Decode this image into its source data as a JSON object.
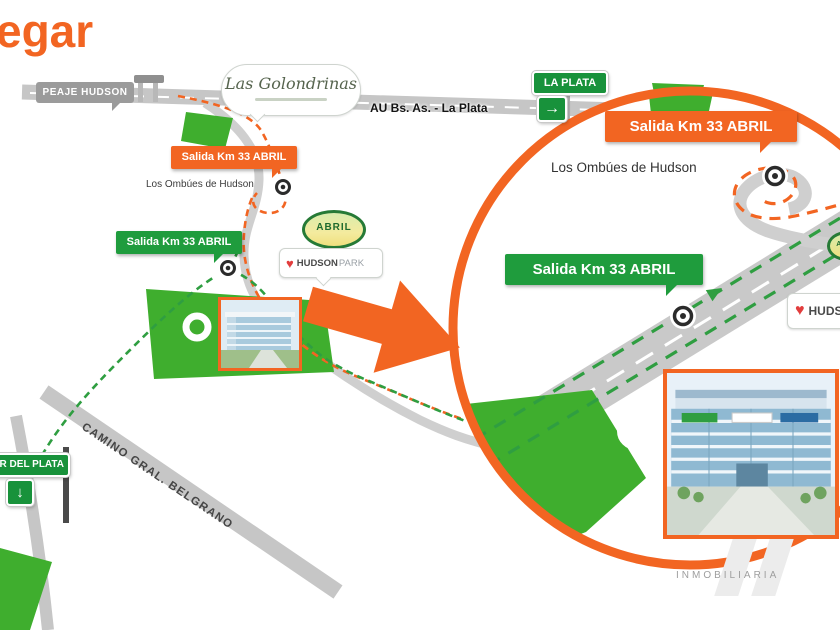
{
  "title": {
    "text": "egar"
  },
  "colors": {
    "orange": "#F26522",
    "green_sign": "#1F9C3D",
    "plot_green": "#3FAE2E",
    "road_gray": "#C9C9C9"
  },
  "signs": {
    "peaje_hudson": "PEAJE HUDSON",
    "highway": "AU Bs. As. - La Plata",
    "la_plata": {
      "label": "LA PLATA",
      "arrow": "→"
    },
    "mar_del_plata": {
      "label": "MAR DEL PLATA",
      "arrow": "↓"
    },
    "salida_orange": "Salida Km 33 ABRIL",
    "salida_green": "Salida Km 33 ABRIL",
    "los_ombues": "Los Ombúes de Hudson",
    "camino": "CAMINO GRAL. BELGRANO"
  },
  "logos": {
    "las_golondrinas": "Las Golondrinas",
    "abril": "ABRIL",
    "hudson_park": {
      "heart": "♥",
      "first": "HUDSON",
      "second": "PARK"
    }
  },
  "watermark": {
    "line": "INMOBILIARIA"
  }
}
